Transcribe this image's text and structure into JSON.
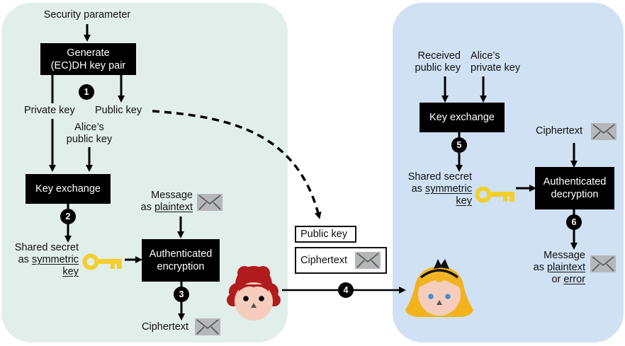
{
  "bob": {
    "security_parameter": "Security parameter",
    "generate_box": [
      "Generate",
      "(EC)DH key pair"
    ],
    "private_key": "Private key",
    "public_key": "Public key",
    "alices_public_key": [
      "Alice’s",
      "public key"
    ],
    "key_exchange": "Key exchange",
    "shared_secret": {
      "line1": "Shared secret",
      "line2_prefix": "as ",
      "line2_u": "symmetric",
      "line3_u": "key"
    },
    "message": {
      "line1": "Message",
      "line2_prefix": "as ",
      "line2_u": "plaintext"
    },
    "authenticated_encryption": [
      "Authenticated",
      "encryption"
    ],
    "ciphertext": "Ciphertext"
  },
  "transit": {
    "public_key": "Public key",
    "ciphertext": "Ciphertext"
  },
  "alice": {
    "received_public_key": [
      "Received",
      "public key"
    ],
    "alices_private_key": [
      "Alice’s",
      "private key"
    ],
    "key_exchange": "Key exchange",
    "ciphertext": "Ciphertext",
    "shared_secret": {
      "line1": "Shared secret",
      "line2_prefix": "as ",
      "line2_u": "symmetric",
      "line3_u": "key"
    },
    "authenticated_decryption": [
      "Authenticated",
      "decryption"
    ],
    "message": {
      "line1": "Message",
      "line2_prefix": "as ",
      "line2_u": "plaintext",
      "line3_prefix": "or ",
      "line3_u": "error"
    }
  },
  "steps": [
    "1",
    "2",
    "3",
    "4",
    "5",
    "6"
  ],
  "colors": {
    "bob_panel": "#e1eee9",
    "alice_panel": "#cfe1f3",
    "key": "#f2cf2c",
    "envelope": "#b6b7bb",
    "bob_hair": "#b01b1e",
    "alice_hair": "#f3b31e",
    "skin": "#f6cdbd",
    "alice_eyes": "#3f8fd2"
  }
}
